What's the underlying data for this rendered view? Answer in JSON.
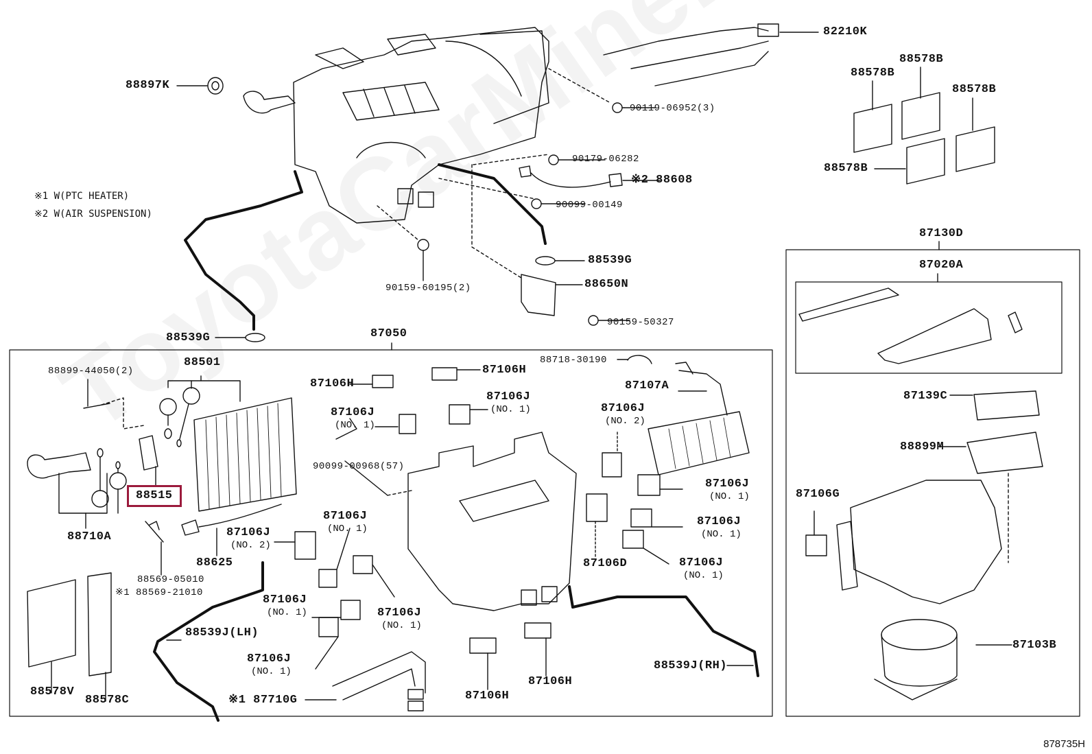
{
  "figure_id": "878735H",
  "watermark": "ToyotaCarMine.ru",
  "highlight_color": "#9b1a3c",
  "notes": [
    "※1 W(PTC HEATER)",
    "※2 W(AIR SUSPENSION)"
  ],
  "groups": {
    "unit_assy": "87050",
    "blower_assy": "87130D",
    "blower_case": "87020A"
  },
  "labels": {
    "p82210K": "82210K",
    "p88897K": "88897K",
    "p90119": "90119-06952(3)",
    "p90179": "90179-06282",
    "p88608": "※2 88608",
    "p90099_00149": "90099-00149",
    "p88539G_top": "88539G",
    "p88650N": "88650N",
    "p90159_60195": "90159-60195(2)",
    "p90159_50327": "90159-50327",
    "p88539G_left": "88539G",
    "p88578B_1": "88578B",
    "p88578B_2": "88578B",
    "p88578B_3": "88578B",
    "p88578B_4": "88578B",
    "p88899_44050": "88899-44050(2)",
    "p88501": "88501",
    "p88515": "88515",
    "p88710A": "88710A",
    "p88625": "88625",
    "p88569_05010": "88569-05010",
    "p88569_21010": "※1 88569-21010",
    "p88578V": "88578V",
    "p88578C": "88578C",
    "p88539J_LH": "88539J(LH)",
    "p87710G": "※1 87710G",
    "p87106H_1": "87106H",
    "p87106H_2": "87106H",
    "p87106H_3": "87106H",
    "p87106H_4": "87106H",
    "p87106J_a": "87106J",
    "p87106J_b": "87106J",
    "p87106J_c": "87106J",
    "p87106J_d": "87106J",
    "p87106J_e": "87106J",
    "p87106J_f": "87106J",
    "p87106J_g": "87106J",
    "p87106J_h": "87106J",
    "p87106J_i": "87106J",
    "p87106J_j": "87106J",
    "p87106J_k": "87106J",
    "p87106D": "87106D",
    "p90099_00968": "90099-00968(57)",
    "p88718": "88718-30190",
    "p87107A": "87107A",
    "p88539J_RH": "88539J(RH)",
    "p87139C": "87139C",
    "p88899M": "88899M",
    "p87106G": "87106G",
    "p87103B": "87103B"
  },
  "sublabels": {
    "no1": "(NO. 1)",
    "no2": "(NO. 2)"
  }
}
